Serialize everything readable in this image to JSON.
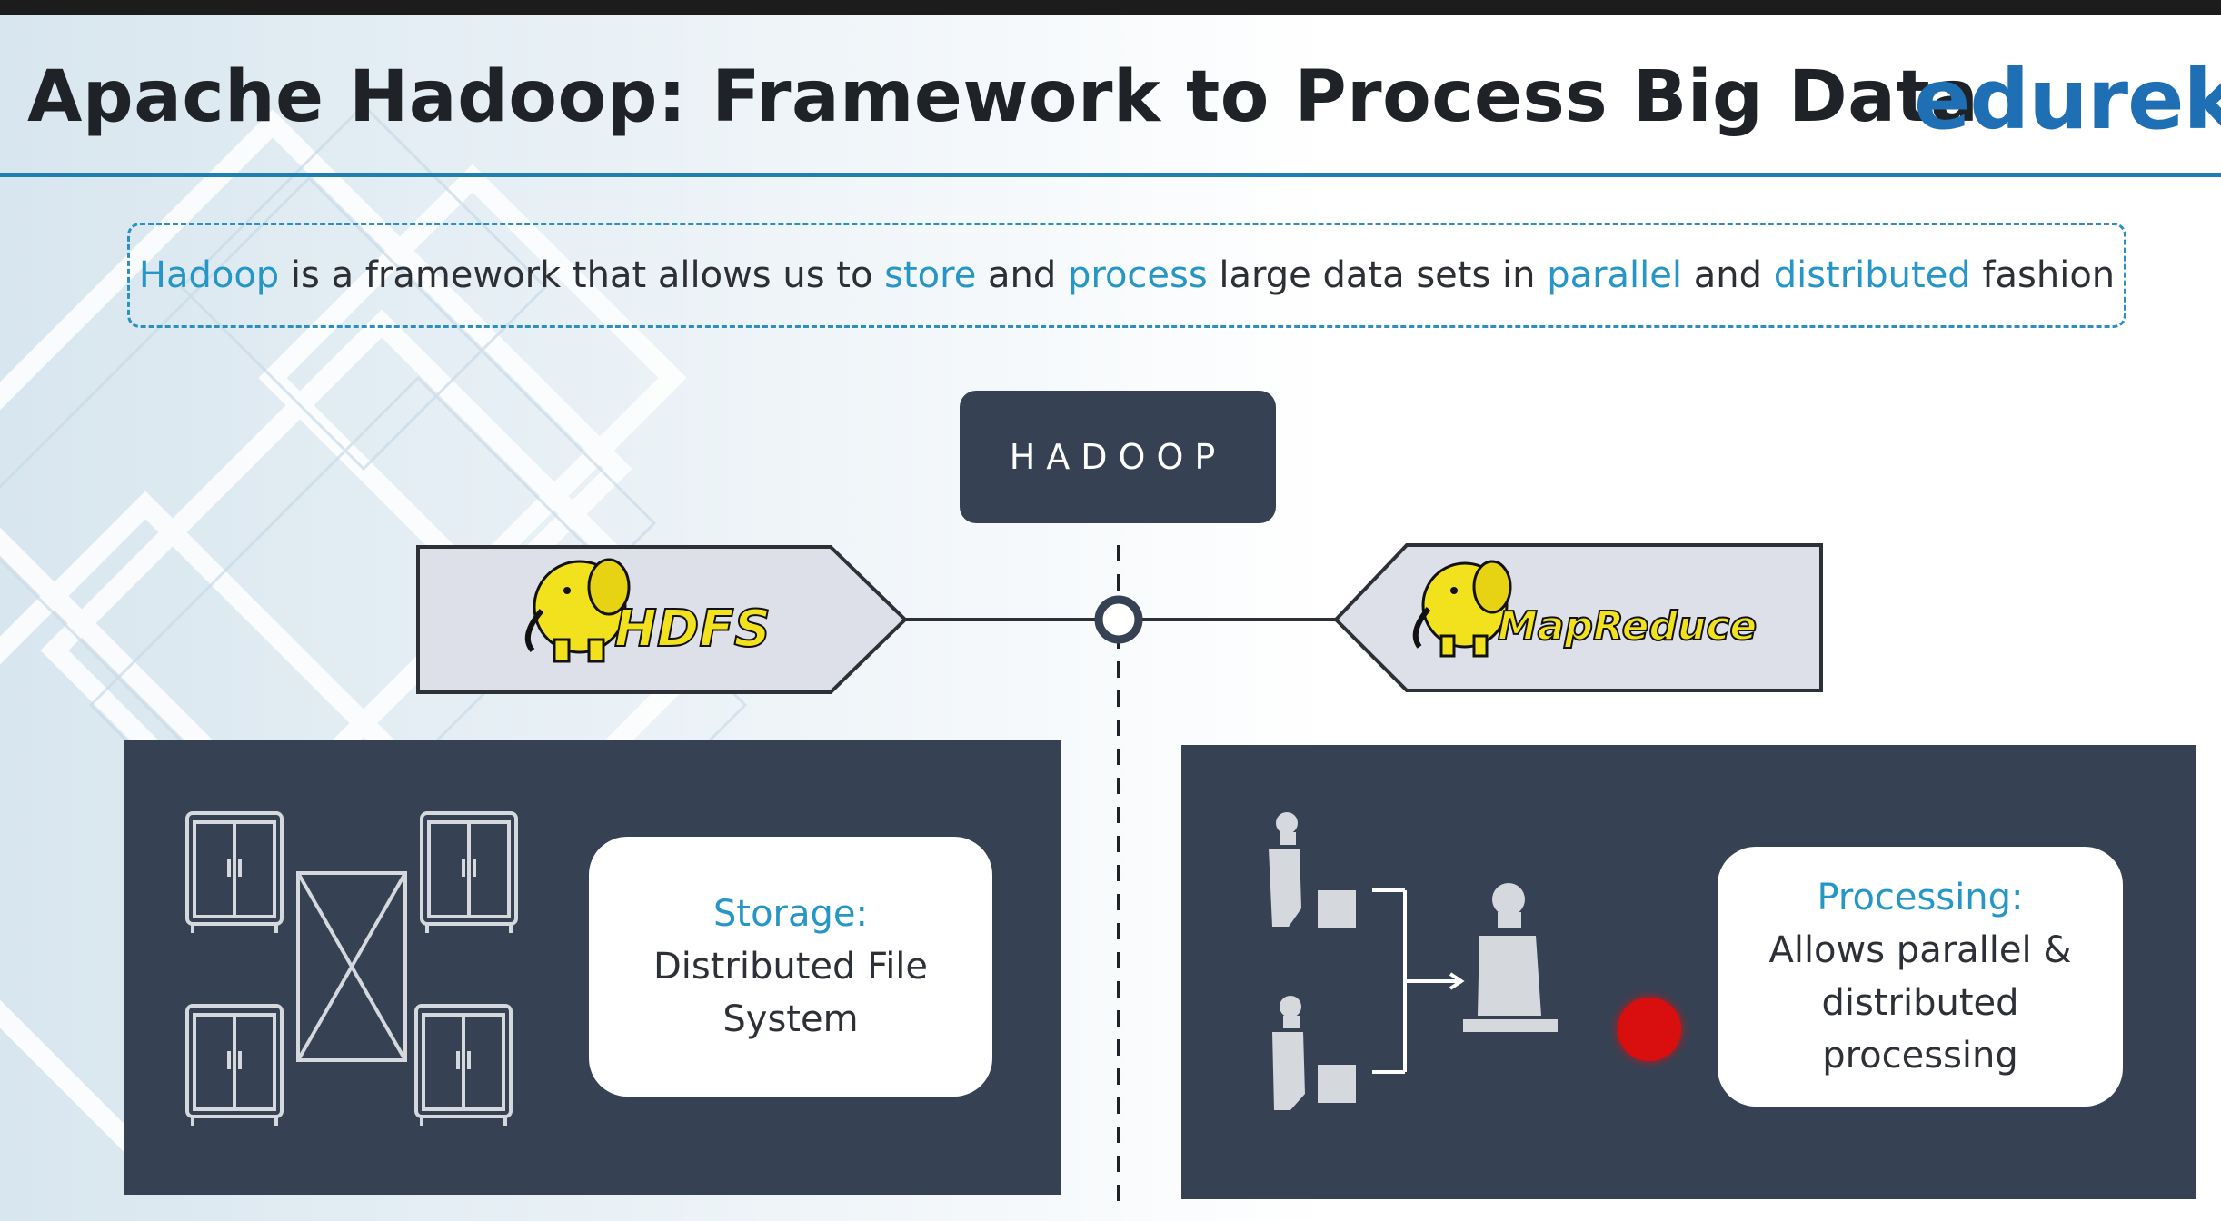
{
  "header": {
    "title": "Apache Hadoop: Framework to Process Big Data",
    "brand": "edureka"
  },
  "definition": {
    "hadoop": "Hadoop",
    "t1": " is a framework that allows us to ",
    "store": "store",
    "t2": " and ",
    "process": "process",
    "t3": " large data sets in ",
    "parallel": "parallel",
    "t4": " and ",
    "distributed": "distributed",
    "t5": " fashion"
  },
  "diagram": {
    "root_label": "HADOOP",
    "left_component": "HDFS",
    "right_component": "MapReduce",
    "storage": {
      "heading": "Storage:",
      "body": "Distributed File\nSystem"
    },
    "processing": {
      "heading": "Processing:",
      "body": "Allows parallel &\ndistributed\nprocessing"
    }
  },
  "icons": {
    "hdfs": "yellow-elephant-icon",
    "mapreduce": "yellow-elephant-icon",
    "storage": "cabinet-icon",
    "processing": "chef-icon",
    "pointer": "red-cursor-dot"
  },
  "colors": {
    "accent": "#2596c6",
    "panel": "#364254",
    "title_rule": "#1f7fb2",
    "brand": "#1f6fb4",
    "elephant": "#f2e21e",
    "pointer": "#d90f0f"
  }
}
